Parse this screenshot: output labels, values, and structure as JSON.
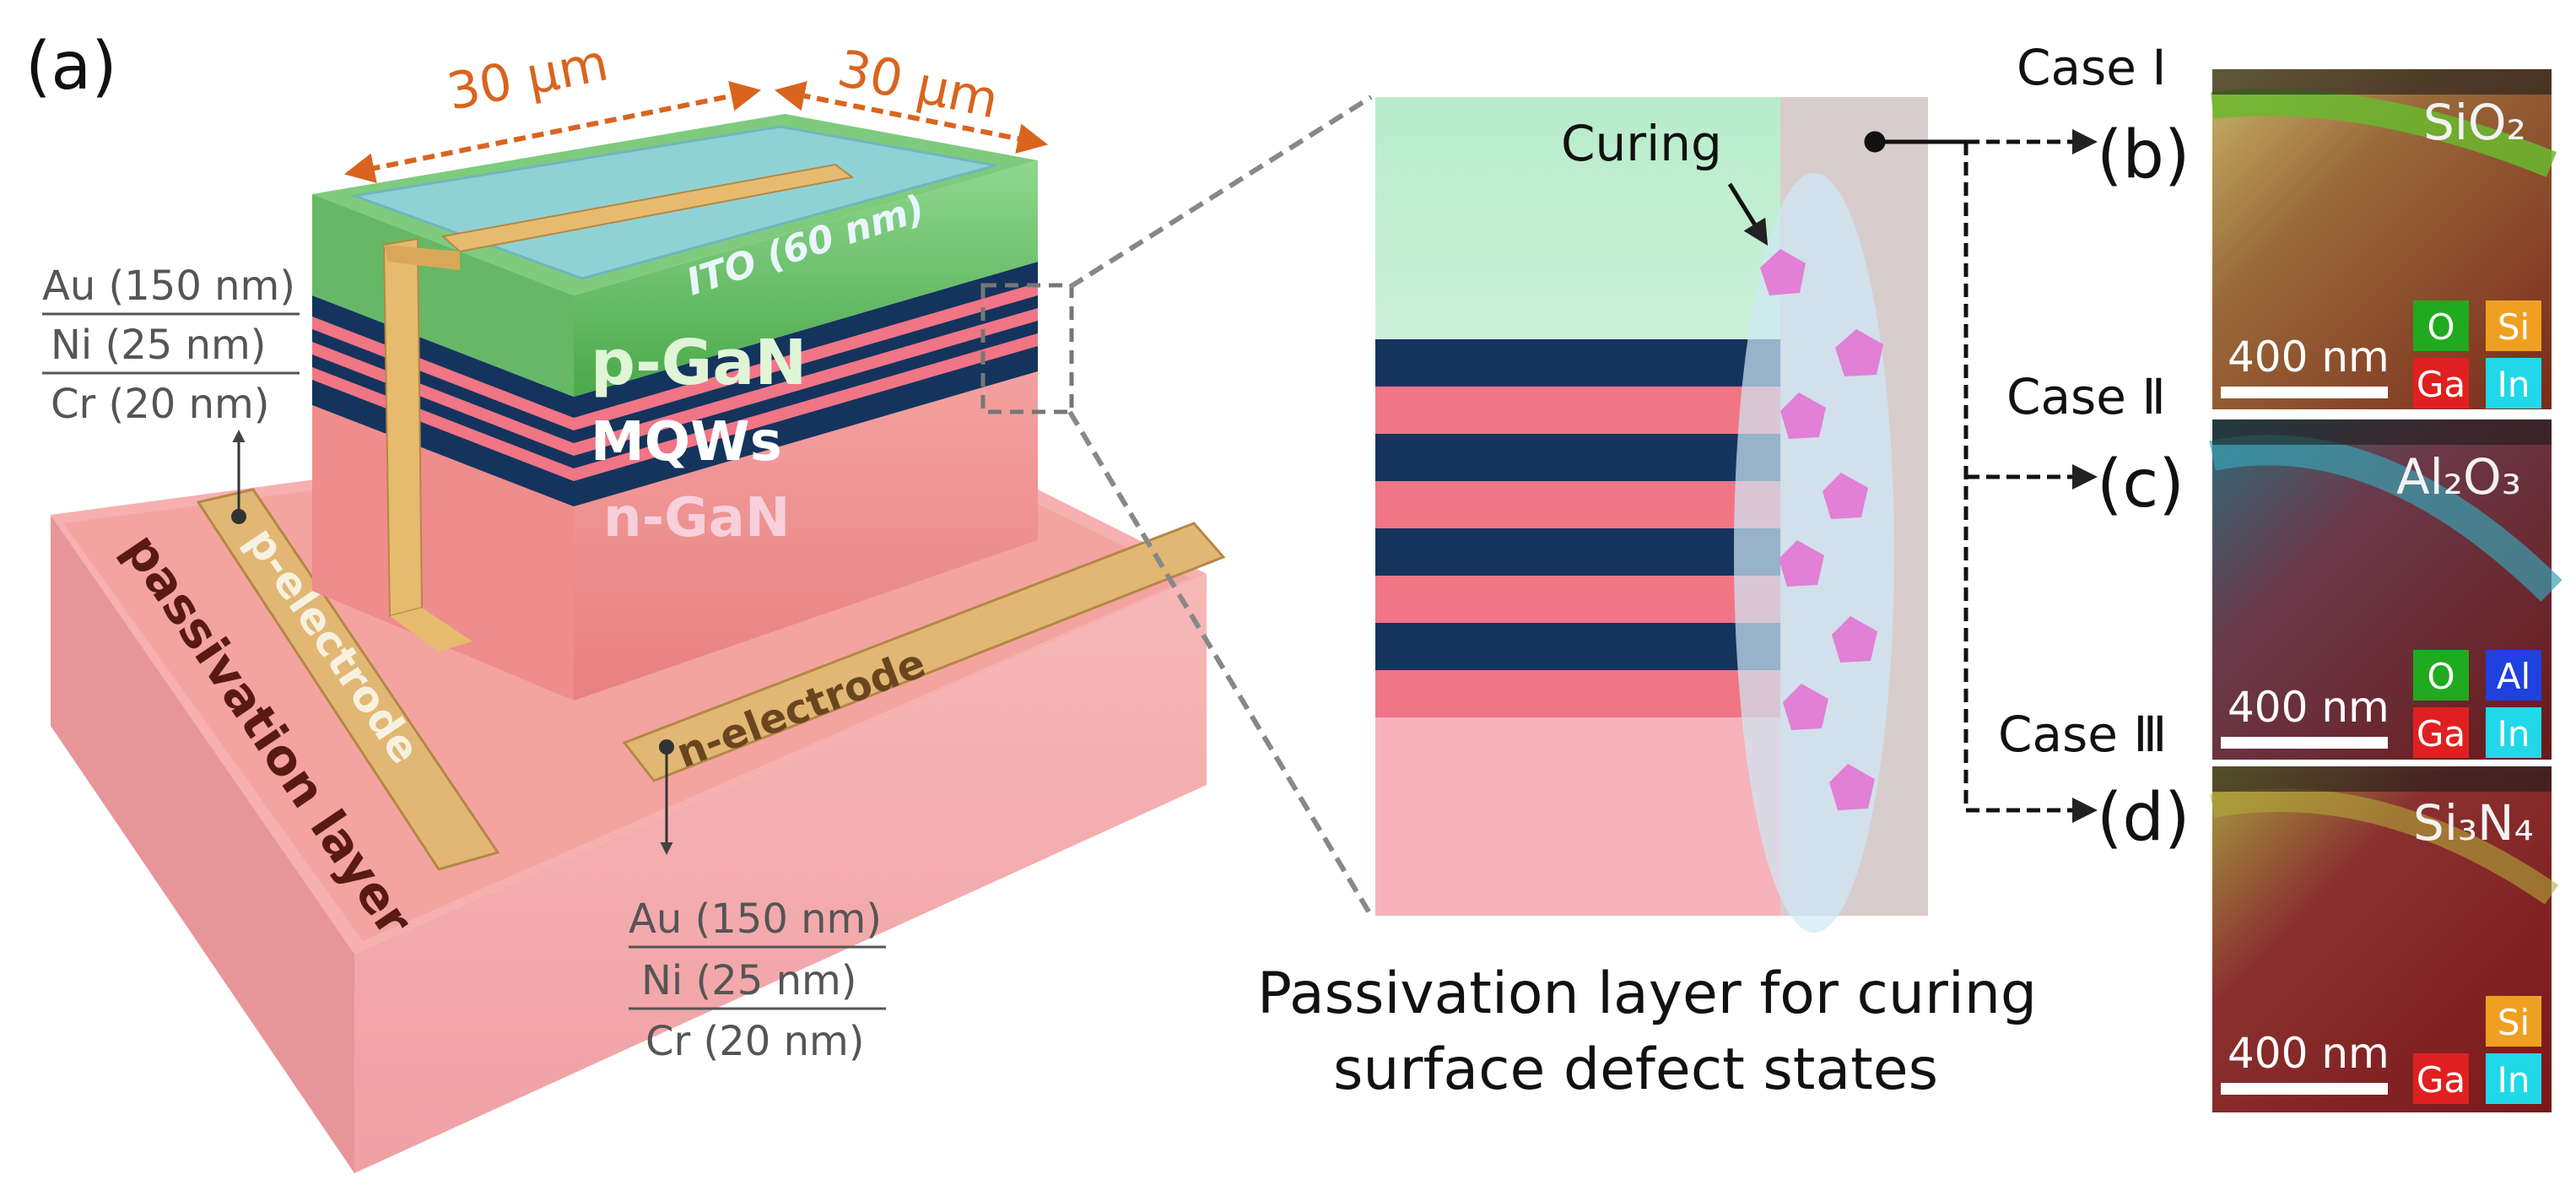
{
  "panel_a": {
    "panel_label": "(a)",
    "dim_left": "30 μm",
    "dim_right": "30 μm",
    "layers": {
      "ito": "ITO (60 nm)",
      "p_gan": "p-GaN",
      "mqws": "MQWs",
      "n_gan": "n-GaN"
    },
    "p_electrode": "p-electrode",
    "n_electrode": "n-electrode",
    "passivation": "passivation layer",
    "stack_top": [
      "Au (150 nm)",
      "Ni (25 nm)",
      "Cr (20 nm)"
    ],
    "stack_bottom": [
      "Au (150 nm)",
      "Ni (25 nm)",
      "Cr (20 nm)"
    ]
  },
  "zoom": {
    "curing_label": "Curing",
    "caption_line1": "Passivation layer for curing",
    "caption_line2": "surface defect states"
  },
  "cases": [
    {
      "case": "Case Ⅰ",
      "letter": "(b)",
      "material": "SiO₂",
      "scale": "400 nm",
      "legend": [
        "O",
        "Si",
        "Ga",
        "In"
      ],
      "legend_colors": [
        "#1faa1f",
        "#f0a020",
        "#e02020",
        "#20d8e8"
      ]
    },
    {
      "case": "Case Ⅱ",
      "letter": "(c)",
      "material": "Al₂O₃",
      "scale": "400 nm",
      "legend": [
        "O",
        "Al",
        "Ga",
        "In"
      ],
      "legend_colors": [
        "#1faa1f",
        "#2040e0",
        "#e02020",
        "#20d8e8"
      ]
    },
    {
      "case": "Case Ⅲ",
      "letter": "(d)",
      "material": "Si₃N₄",
      "scale": "400 nm",
      "legend": [
        "Si",
        "Ga",
        "In"
      ],
      "legend_colors": [
        "#f0a020",
        "#e02020",
        "#20d8e8"
      ]
    }
  ],
  "colors": {
    "dimension": "#d9641e",
    "pgan": "#5fbf5f",
    "ngan": "#f08888",
    "mqw_dark": "#14345e",
    "mqw_pink": "#f07585",
    "defect": "#e27fd6",
    "electrode": "#e8b56a"
  }
}
